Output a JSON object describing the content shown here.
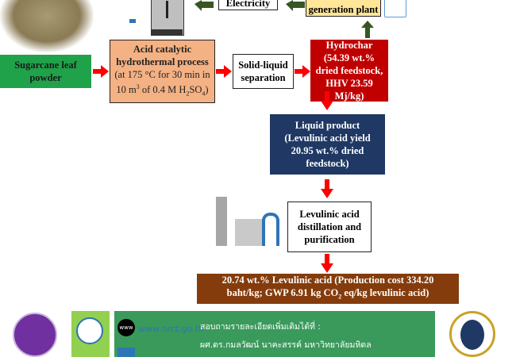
{
  "feedstock": {
    "label": "Sugarcane leaf powder"
  },
  "process": {
    "title": "Acid catalytic hydrothermal process",
    "conditions": "(at 175 °C for 30 min in 10 m",
    "sup": "3",
    "cond2": " of 0.4 M H",
    "sub1": "2",
    "cond3": "SO",
    "sub2": "4",
    "cond4": ")"
  },
  "separation": {
    "label": "Solid-liquid separation"
  },
  "hydrochar": {
    "label": "Hydrochar (54.39 wt.% dried feedstock, HHV 23.59 Mj/kg)"
  },
  "electricity": {
    "label": "Electricity"
  },
  "plant": {
    "label": "generation plant"
  },
  "liquid": {
    "label": "Liquid product (Levulinic acid yield 20.95 wt.% dried feedstock)"
  },
  "distillation": {
    "label": "Levulinic acid distillation and purification"
  },
  "result": {
    "line1": "20.74 wt.% Levulinic acid (Production cost 334.20 baht/kg; GWP 6.91 kg CO",
    "sub": "2",
    "line2": " eq/kg levulinic acid)"
  },
  "footer": {
    "website": "www.nrct.go.th",
    "www_icon": "www",
    "contact": "สอบถามรายละเอียดเพิ่มเติมได้ที่ :",
    "person": "ผศ.ดร.กมลวัฒน์ นาคะสรรค์ มหาวิทยาลัยมหิดล"
  },
  "colors": {
    "green": "#1fa24a",
    "orange": "#f4b183",
    "red": "#c00000",
    "navy": "#1f3864",
    "brown": "#843c0c",
    "arrow": "#ff0000",
    "darkgreen": "#375623",
    "banner": "#3a9a5b"
  }
}
